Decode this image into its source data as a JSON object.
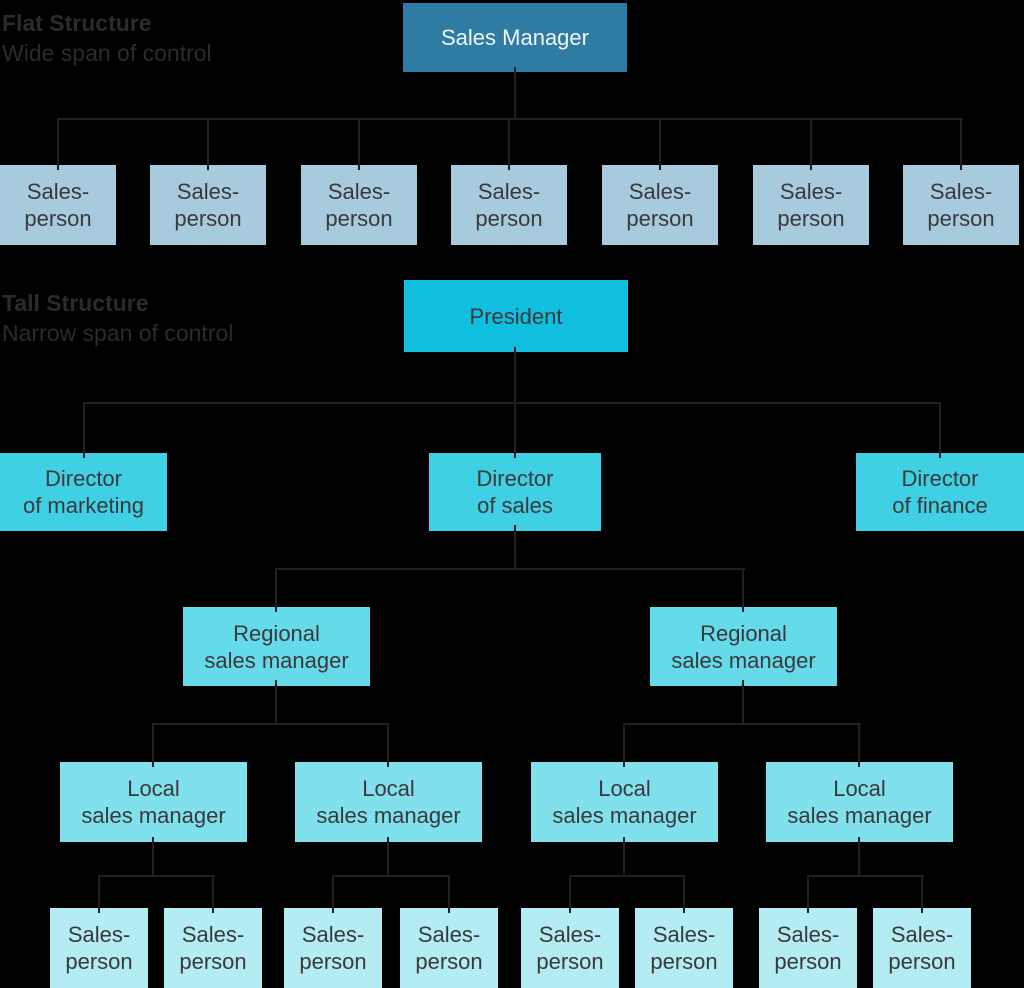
{
  "colors": {
    "background": "#000000",
    "connector": "#231f20",
    "heading_text": "#2b2a2e",
    "box_text_dark": "#3a393d",
    "box_text_light": "#f0f7fa",
    "fills": {
      "fill-sales-manager": "#2e7ba3",
      "fill-salesperson-flat": "#a8cadd",
      "fill-president": "#10bfdf",
      "fill-director": "#3fd0e4",
      "fill-regional": "#65dbe9",
      "fill-local": "#80e1ed",
      "fill-salesperson-tall": "#b4ecf4"
    }
  },
  "flat_structure": {
    "heading": "Flat Structure",
    "subheading": "Wide span of control",
    "manager_label": "Sales Manager",
    "salespersons": [
      "Sales-\nperson",
      "Sales-\nperson",
      "Sales-\nperson",
      "Sales-\nperson",
      "Sales-\nperson",
      "Sales-\nperson",
      "Sales-\nperson"
    ]
  },
  "tall_structure": {
    "heading": "Tall Structure",
    "subheading": "Narrow span of control",
    "president_label": "President",
    "directors": [
      "Director\nof marketing",
      "Director\nof sales",
      "Director\nof finance"
    ],
    "regional_managers": [
      "Regional\nsales manager",
      "Regional\nsales manager"
    ],
    "local_managers": [
      "Local\nsales manager",
      "Local\nsales manager",
      "Local\nsales manager",
      "Local\nsales manager"
    ],
    "salespersons": [
      "Sales-\nperson",
      "Sales-\nperson",
      "Sales-\nperson",
      "Sales-\nperson",
      "Sales-\nperson",
      "Sales-\nperson",
      "Sales-\nperson",
      "Sales-\nperson"
    ]
  }
}
